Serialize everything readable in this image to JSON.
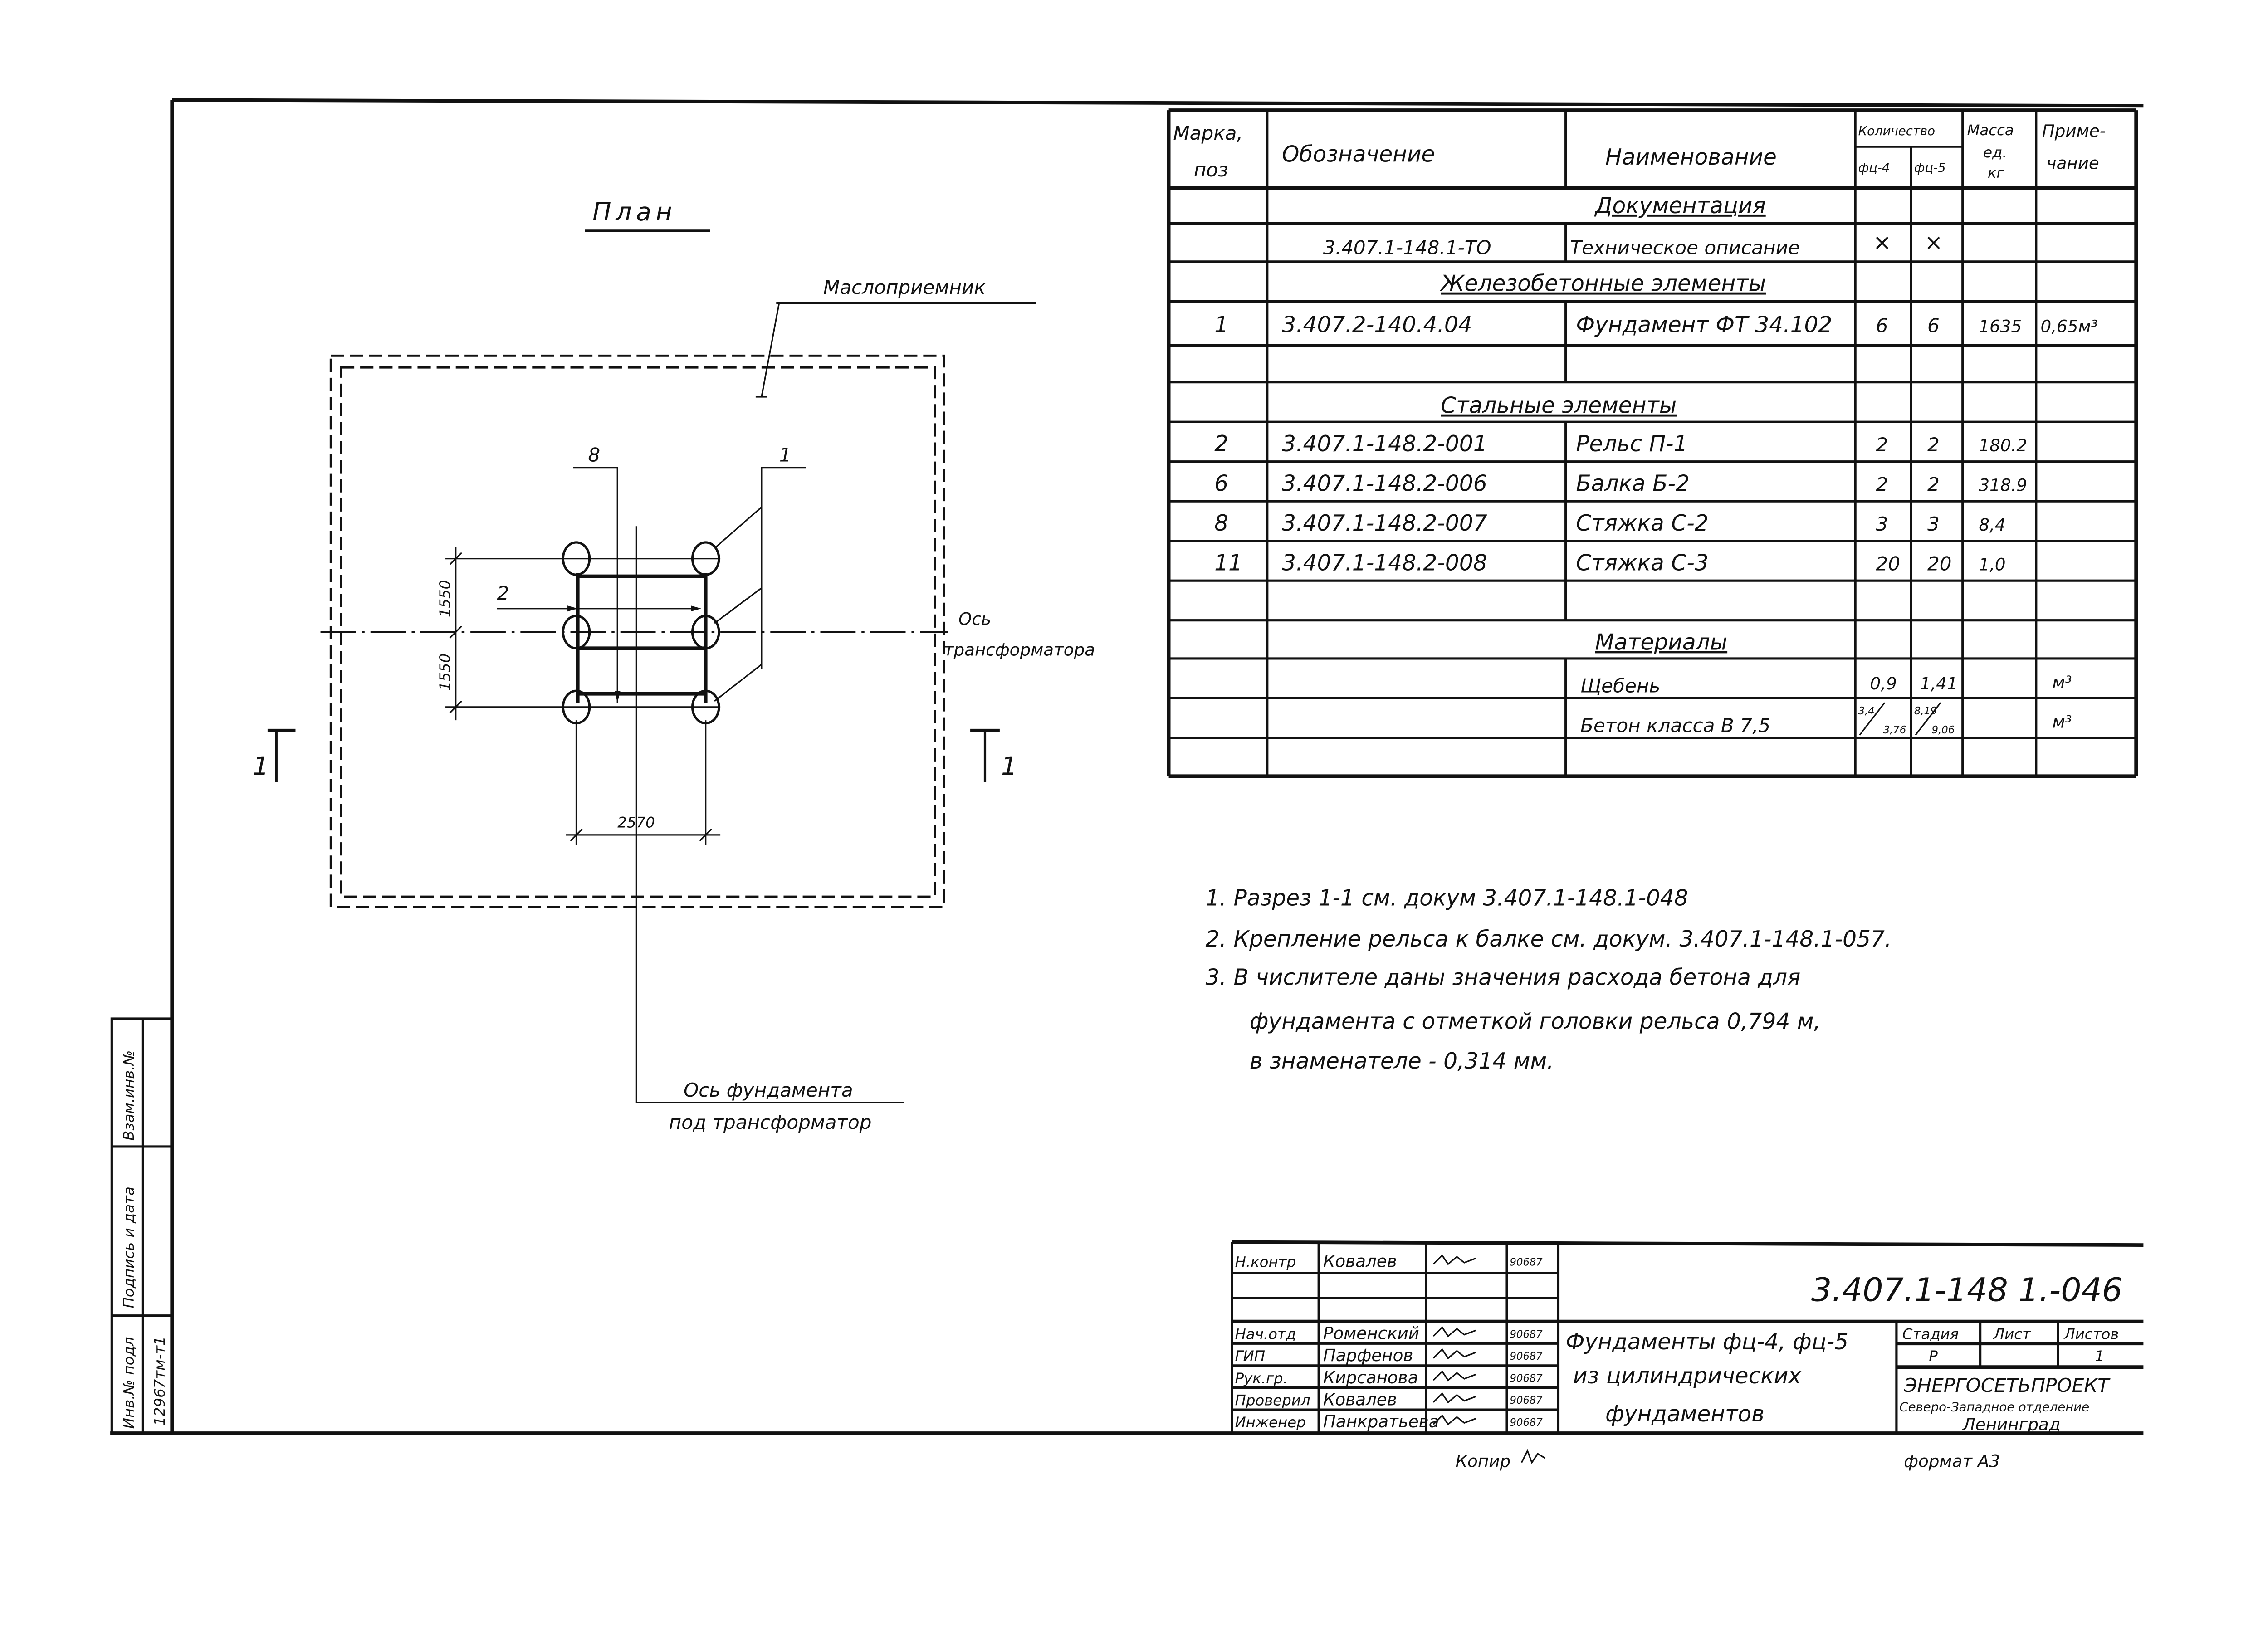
{
  "plan": {
    "title": "План",
    "oil_receiver": "Маслоприемник",
    "transformer_axis": [
      "Ось",
      "трансформатора"
    ],
    "foundation_axis": [
      "Ось фундамента",
      "под трансформатор"
    ],
    "callouts": {
      "beam_tie": "8",
      "foundation": "1",
      "rail": "2"
    },
    "dimensions": {
      "upper": "1550",
      "lower": "1550",
      "width": "2570"
    },
    "section_marks": {
      "left": "1",
      "right": "1"
    }
  },
  "spec_table": {
    "headers": {
      "mark": [
        "Марка,",
        "поз"
      ],
      "designation": "Обозначение",
      "name": "Наименование",
      "quantity": "Количество",
      "fc4": "фц-4",
      "fc5": "фц-5",
      "mass": [
        "Масса",
        "ед.",
        "кг"
      ],
      "note": [
        "Приме-",
        "чание"
      ]
    },
    "sections": {
      "documentation": "Документация",
      "rc_elements": "Железобетонные элементы",
      "steel_elements": "Стальные элементы",
      "materials": "Материалы"
    },
    "doc_row": {
      "designation": "3.407.1-148.1-ТО",
      "name": "Техническое описание",
      "fc4": "×",
      "fc5": "×"
    },
    "rc_rows": [
      {
        "mark": "1",
        "designation": "3.407.2-140.4.04",
        "name": "Фундамент ФТ 34.102",
        "fc4": "6",
        "fc5": "6",
        "mass": "1635",
        "note": "0,65м³"
      }
    ],
    "steel_rows": [
      {
        "mark": "2",
        "designation": "3.407.1-148.2-001",
        "name": "Рельс П-1",
        "fc4": "2",
        "fc5": "2",
        "mass": "180.2"
      },
      {
        "mark": "6",
        "designation": "3.407.1-148.2-006",
        "name": "Балка Б-2",
        "fc4": "2",
        "fc5": "2",
        "mass": "318.9"
      },
      {
        "mark": "8",
        "designation": "3.407.1-148.2-007",
        "name": "Стяжка С-2",
        "fc4": "3",
        "fc5": "3",
        "mass": "8,4"
      },
      {
        "mark": "11",
        "designation": "3.407.1-148.2-008",
        "name": "Стяжка С-3",
        "fc4": "20",
        "fc5": "20",
        "mass": "1,0"
      }
    ],
    "material_rows": [
      {
        "name": "Щебень",
        "fc4": "0,9",
        "fc5": "1,41",
        "note": "м³"
      },
      {
        "name": "Бетон класса В 7,5",
        "fc4_num": "3,4",
        "fc4_den": "3,76",
        "fc5_num": "8,19",
        "fc5_den": "9,06",
        "note": "м³"
      }
    ]
  },
  "notes": [
    "1. Разрез 1-1 см. докум 3.407.1-148.1-048",
    "2. Крепление рельса к балке см. докум. 3.407.1-148.1-057.",
    "3. В числителе даны значения расхода бетона для",
    "фундамента с отметкой головки рельса 0,794 м,",
    "в знаменателе - 0,314 мм."
  ],
  "side_stamp": {
    "labels": [
      "Взам.инв.№",
      "Подпись и дата",
      "Инв.№ подл"
    ],
    "inv_number": "12967тм-т1"
  },
  "title_block": {
    "signatories": [
      {
        "role": "Н.контр",
        "name": "Ковалев",
        "date": "90687"
      },
      {
        "role": "Нач.отд",
        "name": "Роменский",
        "date": "90687"
      },
      {
        "role": "ГИП",
        "name": "Парфенов",
        "date": "90687"
      },
      {
        "role": "Рук.гр.",
        "name": "Кирсанова",
        "date": "90687"
      },
      {
        "role": "Проверил",
        "name": "Ковалев",
        "date": "90687"
      },
      {
        "role": "Инженер",
        "name": "Панкратьева",
        "date": "90687"
      }
    ],
    "designation": "3.407.1-148 1.-046",
    "title": [
      "Фундаменты фц-4, фц-5",
      "из цилиндрических",
      "фундаментов"
    ],
    "stage_label": "Стадия",
    "sheet_label": "Лист",
    "sheets_label": "Листов",
    "stage": "Р",
    "sheet": "",
    "sheets": "1",
    "organization": [
      "ЭНЕРГОСЕТЬПРОЕКТ",
      "Северо-Западное отделение",
      "Ленинград"
    ],
    "copied": "Копир",
    "format": "формат А3"
  }
}
